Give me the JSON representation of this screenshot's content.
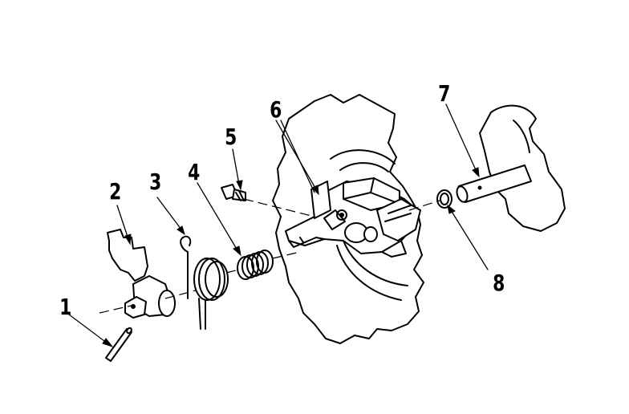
{
  "diagram": {
    "callouts": [
      {
        "id": "1",
        "label": "1"
      },
      {
        "id": "2",
        "label": "2"
      },
      {
        "id": "3",
        "label": "3"
      },
      {
        "id": "4",
        "label": "4"
      },
      {
        "id": "5",
        "label": "5"
      },
      {
        "id": "6",
        "label": "6"
      },
      {
        "id": "7",
        "label": "7"
      },
      {
        "id": "8",
        "label": "8"
      }
    ],
    "colors": {
      "ink": "#000000",
      "paper": "#ffffff"
    }
  }
}
